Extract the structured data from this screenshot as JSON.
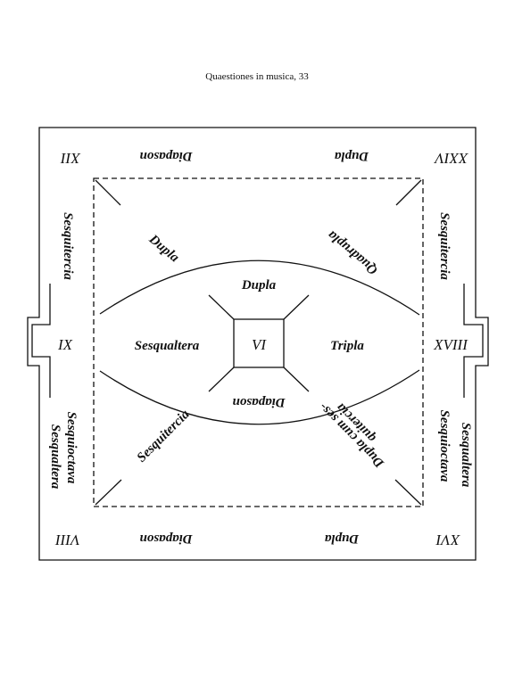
{
  "caption": "Quaestiones in musica, 33",
  "numbers": {
    "top_left": "XII",
    "top_right": "XXIV",
    "left": "IX",
    "center": "VI",
    "right": "XVIII",
    "bottom_left": "VIII",
    "bottom_right": "XVI"
  },
  "labels": {
    "top_diapason": "Diapason",
    "top_dupla": "Dupla",
    "left_sesquitercia": "Sesquitercia",
    "right_sesquitercia": "Sesquitercia",
    "inner_dupla_diag": "Dupla",
    "inner_quadrupla": "Quadrupla",
    "inner_dupla_top": "Dupla",
    "inner_sesqualtera": "Sesqualtera",
    "inner_tripla": "Tripla",
    "inner_diapason": "Diapason",
    "inner_sesquitercia": "Sesquitercia",
    "inner_dupla_cum_1": "Dupla cum ses-",
    "inner_dupla_cum_2": "quitercia",
    "left_sesquioctava": "Sesquioctava",
    "left_sesqualtera": "Sesqualtera",
    "right_sesquioctava": "Sesquioctava",
    "right_sesqualtera": "Sesqualtera",
    "bottom_diapason": "Diapason",
    "bottom_dupla": "Dupla"
  }
}
